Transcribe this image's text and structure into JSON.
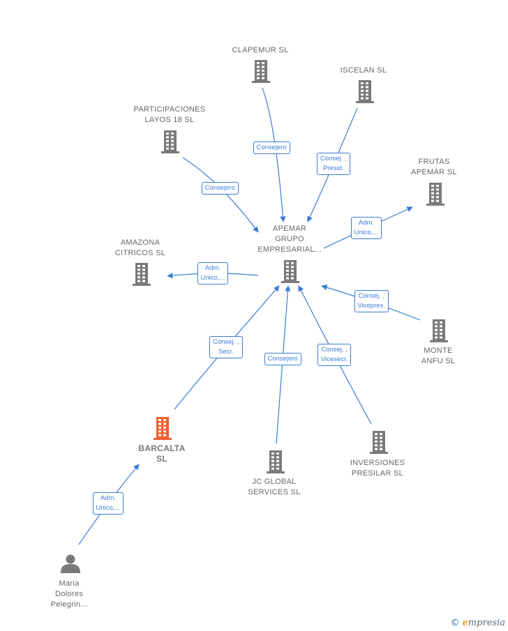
{
  "colors": {
    "building": "#7a7a7a",
    "building_focus": "#f06030",
    "edge": "#3a7bd5",
    "label": "#666666"
  },
  "nodes": [
    {
      "id": "clapemur",
      "label": "CLAPEMUR  SL",
      "icon": "building-icon"
    },
    {
      "id": "iscelan",
      "label": "ISCELAN  SL",
      "icon": "building-icon"
    },
    {
      "id": "participaciones",
      "label": "PARTICIPACIONES\nLAYOS 18  SL",
      "icon": "building-icon"
    },
    {
      "id": "frutas",
      "label": "FRUTAS\nAPEMAR SL",
      "icon": "building-icon"
    },
    {
      "id": "apemar",
      "label": "APEMAR\nGRUPO\nEMPRESARIAL...",
      "icon": "building-icon"
    },
    {
      "id": "amazona",
      "label": "AMAZONA\nCITRICOS  SL",
      "icon": "building-icon"
    },
    {
      "id": "monte",
      "label": "MONTE\nANFU  SL",
      "icon": "building-icon"
    },
    {
      "id": "barcalta",
      "label": "BARCALTA\nSL",
      "icon": "building-icon",
      "focus": true
    },
    {
      "id": "jcglobal",
      "label": "JC GLOBAL\nSERVICES  SL",
      "icon": "building-icon"
    },
    {
      "id": "inversiones",
      "label": "INVERSIONES\nPRESILAR  SL",
      "icon": "building-icon"
    },
    {
      "id": "maria",
      "label": "Maria\nDolores\nPelegrin...",
      "icon": "person-icon"
    }
  ],
  "edges": [
    {
      "from": "clapemur",
      "to": "apemar",
      "label": "Consejero"
    },
    {
      "from": "iscelan",
      "to": "apemar",
      "label": "Consej. ,\nPresid."
    },
    {
      "from": "participaciones",
      "to": "apemar",
      "label": "Consejero"
    },
    {
      "from": "apemar",
      "to": "frutas",
      "label": "Adm.\nUnico,..."
    },
    {
      "from": "apemar",
      "to": "amazona",
      "label": "Adm.\nUnico,..."
    },
    {
      "from": "monte",
      "to": "apemar",
      "label": "Consej. ,\nVicepres."
    },
    {
      "from": "barcalta",
      "to": "apemar",
      "label": "Consej. ,\nSecr."
    },
    {
      "from": "jcglobal",
      "to": "apemar",
      "label": "Consejero"
    },
    {
      "from": "inversiones",
      "to": "apemar",
      "label": "Consej. ,\nVicesecr."
    },
    {
      "from": "maria",
      "to": "barcalta",
      "label": "Adm.\nUnico,..."
    }
  ],
  "brand": {
    "copyright": "©",
    "e": "e",
    "name": "mpresia"
  }
}
